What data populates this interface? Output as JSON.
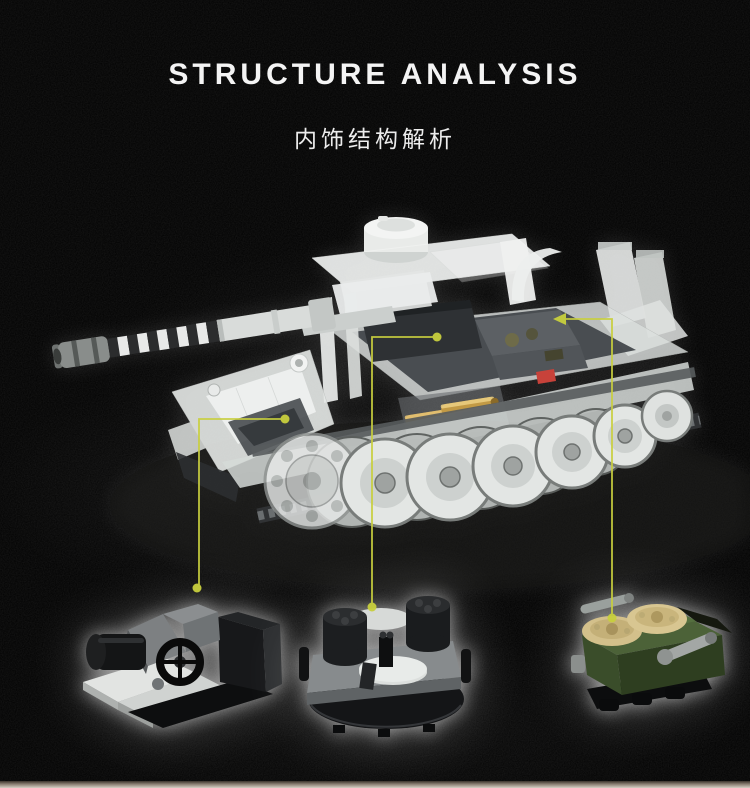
{
  "header": {
    "title": "STRUCTURE ANALYSIS",
    "subtitle": "内饰结构解析"
  },
  "theme": {
    "background_color": "#020202",
    "title_color": "#f4f4f4",
    "subtitle_color": "#ededed",
    "callout_color": "#c8cf3e",
    "component_glow_color": "#ffffff",
    "footer_strip_color": "#d6cfc5",
    "tank_body_color": "#e6e9e7",
    "interior_color": "#45494d",
    "shell_color": "#bb9440",
    "engine_green_color": "#4c6238",
    "engine_head_color": "#d3c08b"
  },
  "figure": {
    "subject": "brick-built-tiger-tank-cutaway",
    "callouts": [
      {
        "id": "callout-1",
        "from": "driver-compartment",
        "to": "breech-assembly"
      },
      {
        "id": "callout-2",
        "from": "turret-interior",
        "to": "turntable-assembly"
      },
      {
        "id": "callout-3",
        "from": "fighting-compartment",
        "to": "engine-assembly"
      }
    ],
    "components": [
      {
        "id": "breech-assembly"
      },
      {
        "id": "turntable-assembly"
      },
      {
        "id": "engine-assembly"
      }
    ]
  }
}
